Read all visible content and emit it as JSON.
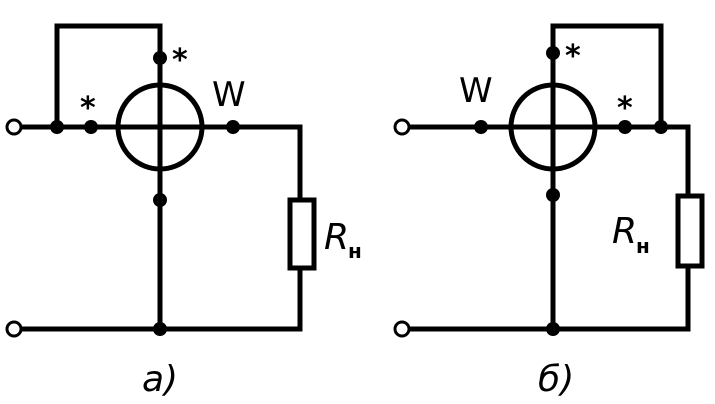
{
  "circuits": [
    {
      "id": "a",
      "caption": "а)",
      "meter_label": "W",
      "resistor_label": "R",
      "resistor_subscript": "н",
      "marker_current": "*",
      "marker_voltage": "*"
    },
    {
      "id": "b",
      "caption": "б)",
      "meter_label": "W",
      "resistor_label": "R",
      "resistor_subscript": "н",
      "marker_current": "*",
      "marker_voltage": "*"
    }
  ],
  "colors": {
    "line": "#000000",
    "background": "#ffffff"
  }
}
